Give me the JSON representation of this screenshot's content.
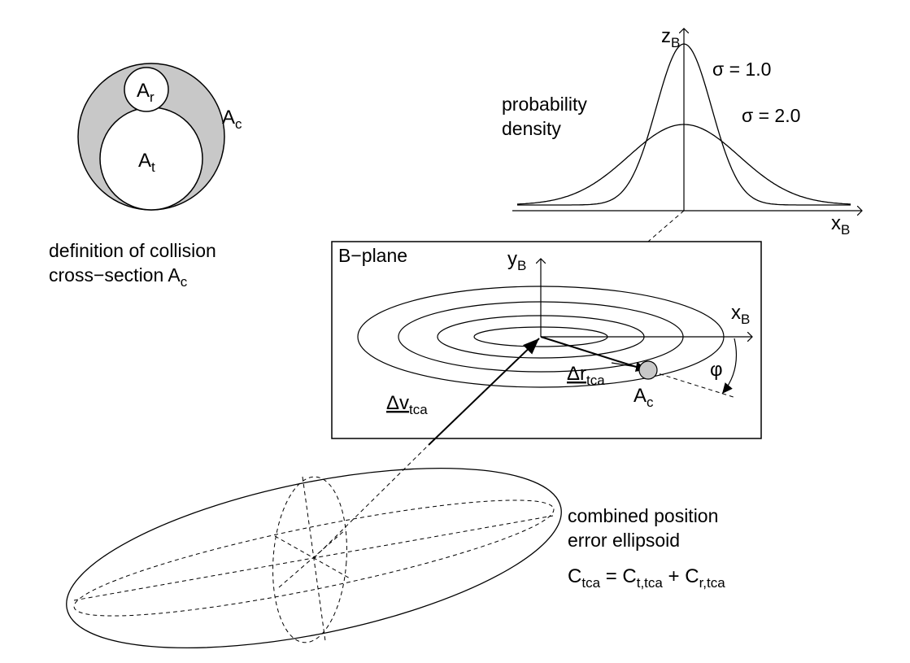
{
  "diagram": {
    "cross_section": {
      "label_ar": "A",
      "label_ar_sub": "r",
      "label_at": "A",
      "label_at_sub": "t",
      "label_ac": "A",
      "label_ac_sub": "c",
      "caption_line1": "definition of collision",
      "caption_line2": "cross−section A",
      "caption_line2_sub": "c",
      "fill_color": "#c8c8c8"
    },
    "density_plot": {
      "title_line1": "probability",
      "title_line2": "density",
      "y_axis": "z",
      "y_axis_sub": "B",
      "x_axis": "x",
      "x_axis_sub": "B",
      "sigma1_label": "σ = 1.0",
      "sigma2_label": "σ = 2.0",
      "sigma1": 1.0,
      "sigma2": 2.0
    },
    "bplane": {
      "title": "B−plane",
      "y_axis": "y",
      "y_axis_sub": "B",
      "x_axis": "x",
      "x_axis_sub": "B",
      "dr_label": "Δr",
      "dr_sub": "tca",
      "dv_label": "Δv",
      "dv_sub": "tca",
      "ac_label": "A",
      "ac_sub": "c",
      "phi": "φ",
      "object_color": "#c8c8c8"
    },
    "ellipsoid": {
      "caption_line1": "combined position",
      "caption_line2": "error ellipsoid",
      "eq_c": "C",
      "eq_c_sub": "tca",
      "eq_eq": " = ",
      "eq_ct": "C",
      "eq_ct_sub": "t,tca",
      "eq_plus": " + ",
      "eq_cr": "C",
      "eq_cr_sub": "r,tca"
    }
  }
}
